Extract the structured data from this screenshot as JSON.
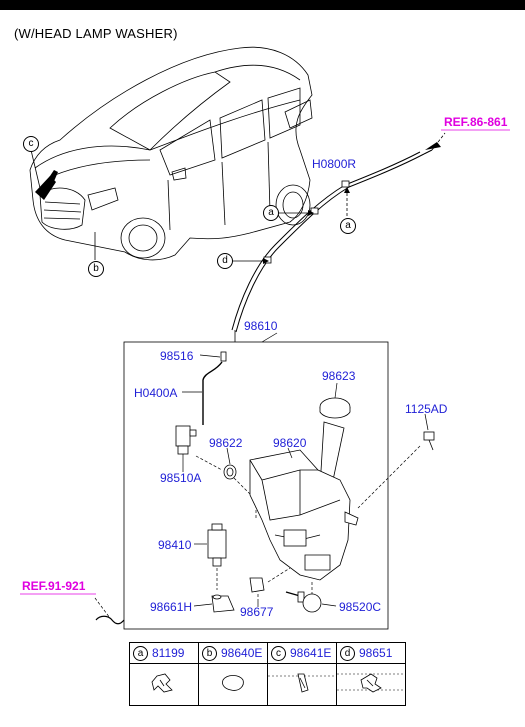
{
  "heading": "(W/HEAD LAMP WASHER)",
  "refs": {
    "ref_top": "REF.86-861",
    "ref_left": "REF.91-921"
  },
  "parts": {
    "h0800r": "H0800R",
    "p98610": "98610",
    "p98516": "98516",
    "h0400a": "H0400A",
    "p98623": "98623",
    "p1125ad": "1125AD",
    "p98622": "98622",
    "p98620": "98620",
    "p98510a": "98510A",
    "p98410": "98410",
    "p98661h": "98661H",
    "p98677": "98677",
    "p98520c": "98520C"
  },
  "callouts": {
    "a": "a",
    "b": "b",
    "c": "c",
    "d": "d"
  },
  "legend": [
    {
      "letter": "a",
      "part": "81199"
    },
    {
      "letter": "b",
      "part": "98640E"
    },
    {
      "letter": "c",
      "part": "98641E"
    },
    {
      "letter": "d",
      "part": "98651"
    }
  ],
  "colors": {
    "part_label": "#1f1fd6",
    "ref_label": "#e000e0",
    "line": "#000000"
  }
}
